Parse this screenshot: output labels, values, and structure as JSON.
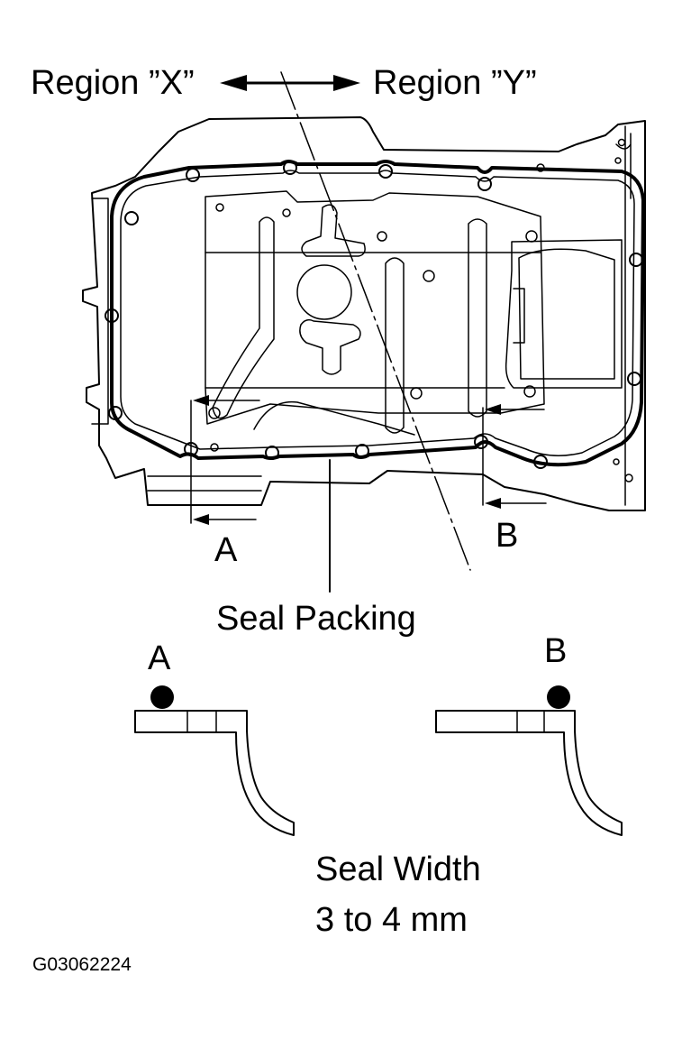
{
  "diagram": {
    "region_x_label": "Region ”X”",
    "region_y_label": "Region ”Y”",
    "section_a_label": "A",
    "section_b_label": "B",
    "seal_packing_label": "Seal Packing",
    "detail_a_label": "A",
    "detail_b_label": "B",
    "seal_width_label": "Seal Width",
    "seal_width_value": "3 to 4 mm",
    "figure_code": "G03062224"
  }
}
